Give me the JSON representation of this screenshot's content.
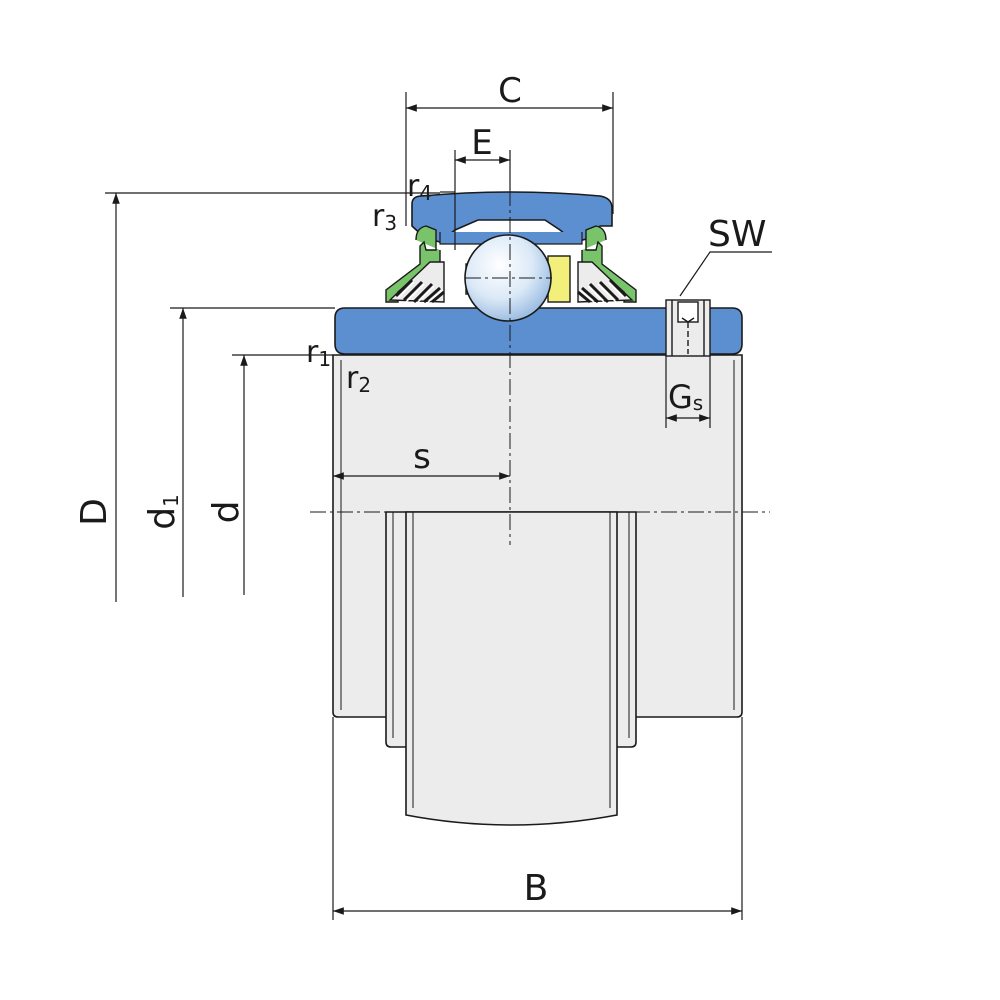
{
  "labels": {
    "C": "C",
    "E": "E",
    "r4": {
      "base": "r",
      "sub": "4"
    },
    "r3": {
      "base": "r",
      "sub": "3"
    },
    "r1": {
      "base": "r",
      "sub": "1"
    },
    "r2": {
      "base": "r",
      "sub": "2"
    },
    "SW": "SW",
    "Gs": {
      "base": "G",
      "sub": "s"
    },
    "s": "s",
    "D": "D",
    "d1": {
      "base": "d",
      "sub": "1"
    },
    "d": "d",
    "B": "B"
  },
  "colors": {
    "outer_ring": "#5b8fd0",
    "seal": "#79c46a",
    "cage": "#f2f07a",
    "ball": "#dbe9f7",
    "body": "#ececec",
    "line": "#1a1a1a"
  }
}
